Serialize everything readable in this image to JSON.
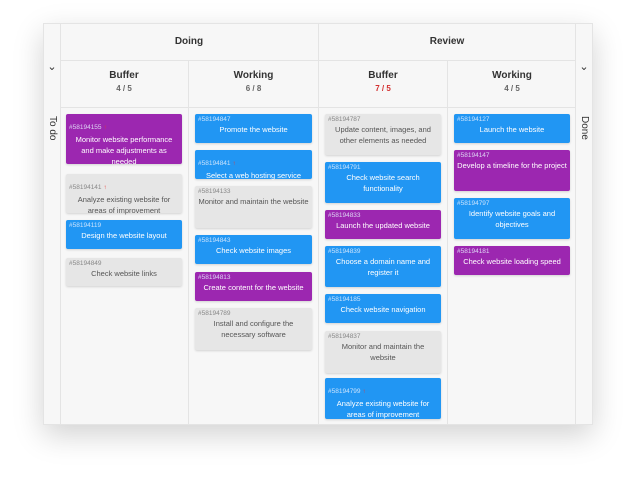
{
  "groups": {
    "doing": "Doing",
    "review": "Review"
  },
  "rows": {
    "todo": "To do",
    "done": "Done"
  },
  "columns": [
    {
      "title": "Buffer",
      "count": "4 / 5"
    },
    {
      "title": "Working",
      "count": "6 / 8"
    },
    {
      "title": "Buffer",
      "count": "7 / 5"
    },
    {
      "title": "Working",
      "count": "4 / 5"
    }
  ],
  "icons": {
    "chevron": "chevron-down-icon",
    "priority": "priority-up-arrow-icon"
  },
  "colors": {
    "blue": "#2196f3",
    "purple": "#9c27b0",
    "gray": "#e6e6e6",
    "over_limit": "#d32f2f"
  },
  "lanes": [
    [
      {
        "id": "#58194155",
        "title": "Monitor website performance and make adjustments as needed",
        "color": "purple",
        "priority": true
      },
      {
        "id": "#58194141",
        "title": "Analyze existing website for areas of improvement",
        "color": "gray",
        "priority": true
      },
      {
        "id": "#58194119",
        "title": "Design the website layout",
        "color": "blue",
        "priority": false
      },
      {
        "id": "#58194849",
        "title": "Check website links",
        "color": "gray",
        "priority": false
      }
    ],
    [
      {
        "id": "#58194847",
        "title": "Promote the website",
        "color": "blue",
        "priority": false
      },
      {
        "id": "#58194841",
        "title": "Select a web hosting service",
        "color": "blue",
        "priority": true
      },
      {
        "id": "#58194133",
        "title": "Monitor and maintain the website",
        "color": "gray",
        "priority": false
      },
      {
        "id": "#58194843",
        "title": "Check website images",
        "color": "blue",
        "priority": false
      },
      {
        "id": "#58194813",
        "title": "Create content for the website",
        "color": "purple",
        "priority": false
      },
      {
        "id": "#58194789",
        "title": "Install and configure the necessary software",
        "color": "gray",
        "priority": false
      }
    ],
    [
      {
        "id": "#58194787",
        "title": "Update content, images, and other elements as needed",
        "color": "gray",
        "priority": false
      },
      {
        "id": "#58194791",
        "title": "Check website search functionality",
        "color": "blue",
        "priority": false
      },
      {
        "id": "#58194833",
        "title": "Launch the updated website",
        "color": "purple",
        "priority": false
      },
      {
        "id": "#58194839",
        "title": "Choose a domain name and register it",
        "color": "blue",
        "priority": false
      },
      {
        "id": "#58194185",
        "title": "Check website navigation",
        "color": "blue",
        "priority": false
      },
      {
        "id": "#58194837",
        "title": "Monitor and maintain the website",
        "color": "gray",
        "priority": false
      },
      {
        "id": "#58194799",
        "title": "Analyze existing website for areas of improvement",
        "color": "blue",
        "priority": true
      }
    ],
    [
      {
        "id": "#58194127",
        "title": "Launch the website",
        "color": "blue",
        "priority": false
      },
      {
        "id": "#58194147",
        "title": "Develop a timeline for the project",
        "color": "purple",
        "priority": false
      },
      {
        "id": "#58194797",
        "title": "Identify website goals and objectives",
        "color": "blue",
        "priority": false
      },
      {
        "id": "#58194181",
        "title": "Check website loading speed",
        "color": "purple",
        "priority": false
      }
    ]
  ]
}
